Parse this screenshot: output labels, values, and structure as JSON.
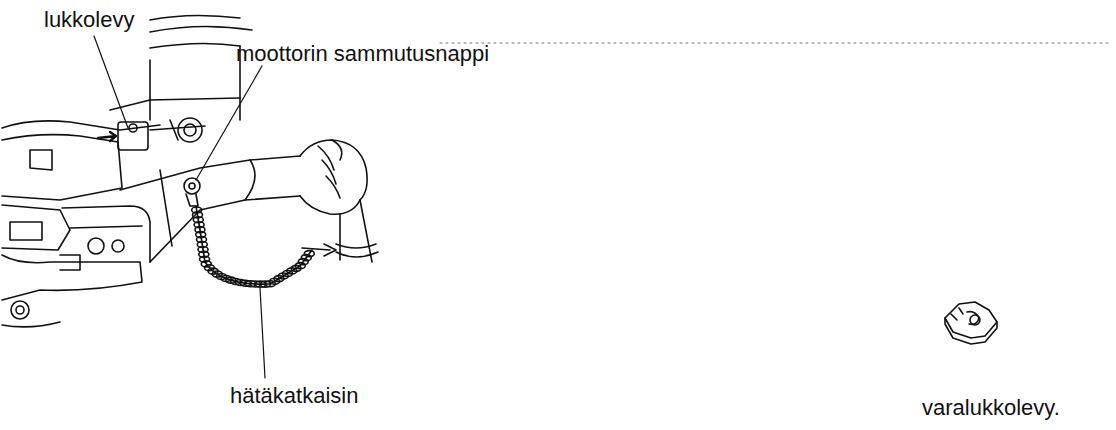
{
  "diagram": {
    "labels": [
      "lukkolevy",
      "moottorin sammutusnappi",
      "hätäkatkaisin",
      "varalukkolevy."
    ]
  }
}
